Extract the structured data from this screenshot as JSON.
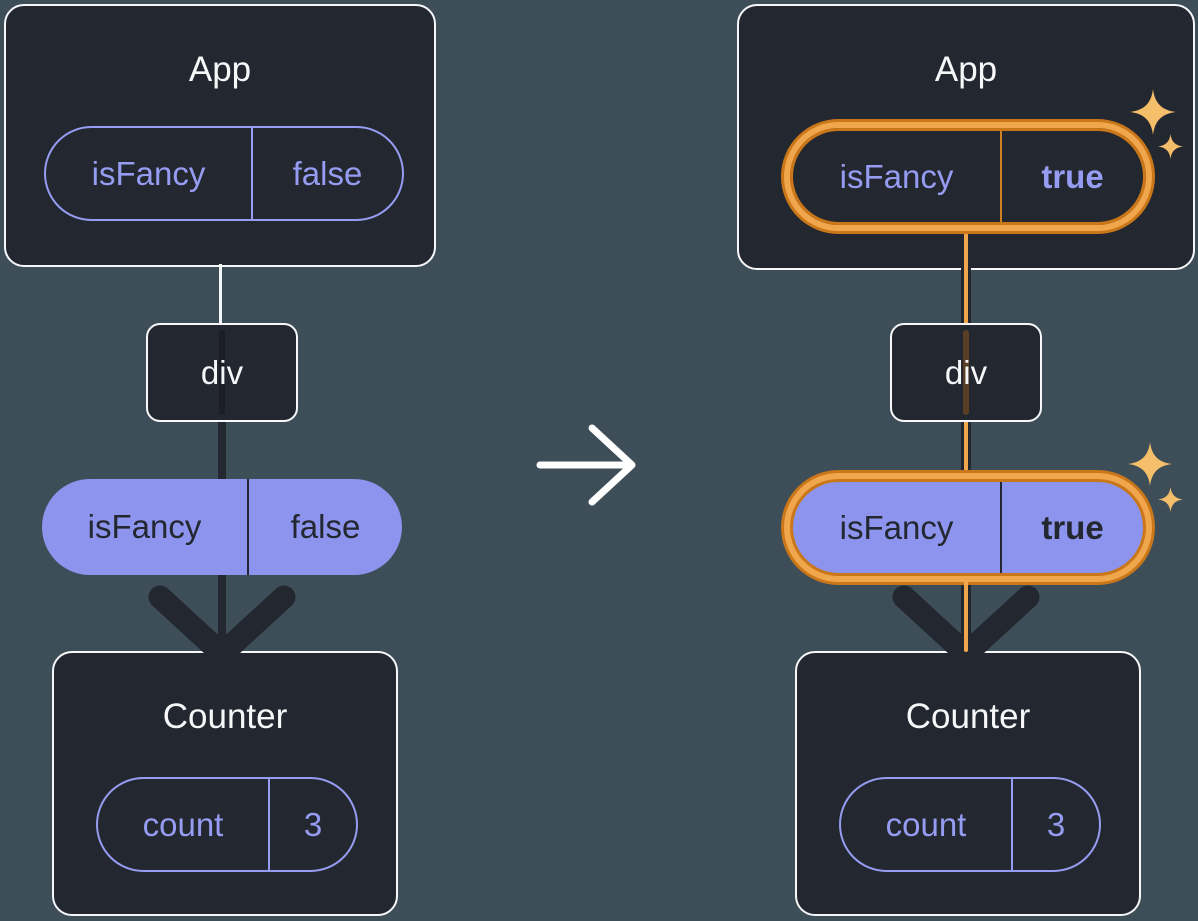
{
  "left": {
    "app_title": "App",
    "app_pill": {
      "key": "isFancy",
      "value": "false"
    },
    "div_label": "div",
    "prop_pill": {
      "key": "isFancy",
      "value": "false"
    },
    "counter_title": "Counter",
    "counter_pill": {
      "key": "count",
      "value": "3"
    }
  },
  "right": {
    "app_title": "App",
    "app_pill": {
      "key": "isFancy",
      "value": "true"
    },
    "div_label": "div",
    "prop_pill": {
      "key": "isFancy",
      "value": "true"
    },
    "counter_title": "Counter",
    "counter_pill": {
      "key": "count",
      "value": "3"
    }
  },
  "icons": {
    "middle_arrow": "arrow-right",
    "tree_arrowhead": "arrow-down-head",
    "highlight_sparkles": "sparkle"
  },
  "colors": {
    "background": "#3E4E59",
    "card": "#23272F",
    "card_border": "#F6F7F9",
    "purple_text": "#959CF1",
    "purple_fill": "#8C94EE",
    "dark_text": "#23272F",
    "highlight_ring_edge": "#C97718",
    "highlight_ring_band": "#F0A64D",
    "sparkle": "#F4BE6A",
    "connector_white": "#F6F7F9"
  }
}
